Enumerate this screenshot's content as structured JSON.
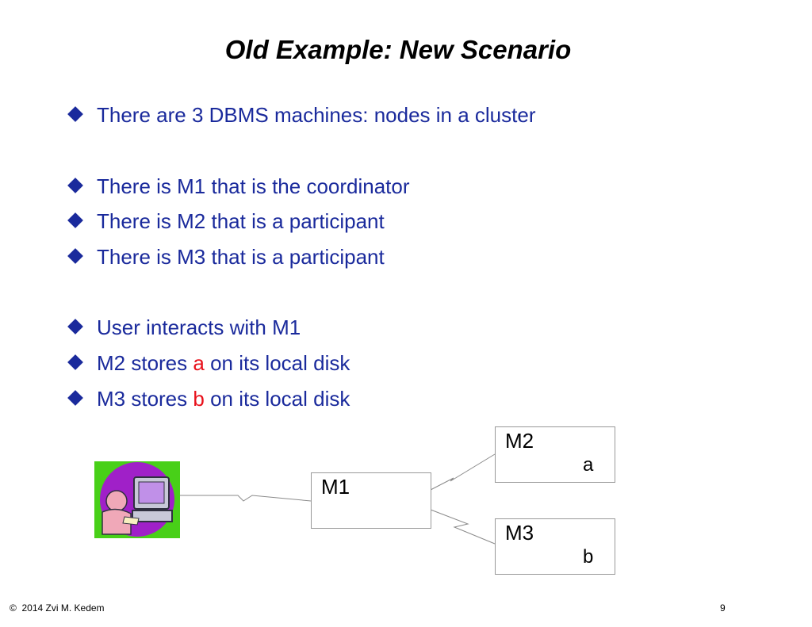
{
  "title": "Old Example: New Scenario",
  "bullets": [
    {
      "text": "There are 3 DBMS machines: nodes in a cluster"
    },
    {
      "text": "There is M1 that is the coordinator"
    },
    {
      "text": "There is M2 that is a participant"
    },
    {
      "text": "There is M3 that is a participant"
    },
    {
      "text": "User interacts with M1"
    },
    {
      "pre": "M2 stores ",
      "hl": "a",
      "post": " on its local disk"
    },
    {
      "pre": "M3 stores ",
      "hl": "b",
      "post": " on its local disk"
    }
  ],
  "diagram": {
    "m1": {
      "label": "M1"
    },
    "m2": {
      "label": "M2",
      "value": "a"
    },
    "m3": {
      "label": "M3",
      "value": "b"
    }
  },
  "colors": {
    "bullet_text": "#1a2a9c",
    "highlight": "#e8101a",
    "user_background": "#48d018",
    "user_circle": "#a020c8"
  },
  "footer": {
    "copyright": "©  2014 Zvi M. Kedem",
    "page_number": "9"
  }
}
